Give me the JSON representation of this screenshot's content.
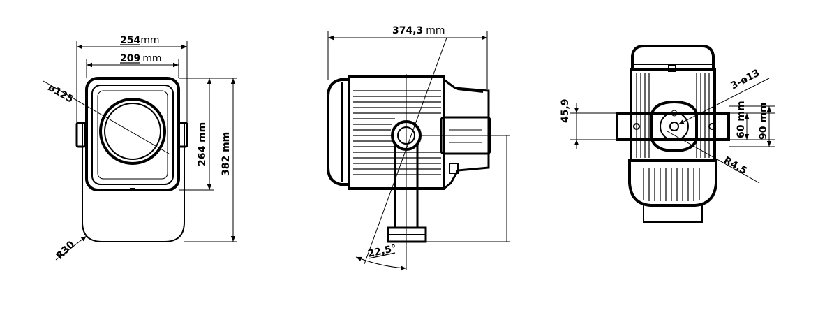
{
  "front_view": {
    "dim_overall_width": "254",
    "dim_overall_width_unit": "mm",
    "dim_inner_width": "209",
    "dim_inner_width_unit": "mm",
    "dim_lens_diameter": "ø125",
    "dim_head_height": "264 mm",
    "dim_total_height": "382 mm",
    "dim_base_radius": "R30"
  },
  "side_view": {
    "dim_length": "374,3",
    "dim_length_unit": "mm",
    "dim_tilt_angle": "22,5°"
  },
  "top_view": {
    "dim_offset": "45,9",
    "dim_holes": "3-ø13",
    "dim_hole_spacing_small": "60 mm",
    "dim_hole_spacing_large": "90 mm",
    "dim_slot_radius": "R4,5"
  }
}
